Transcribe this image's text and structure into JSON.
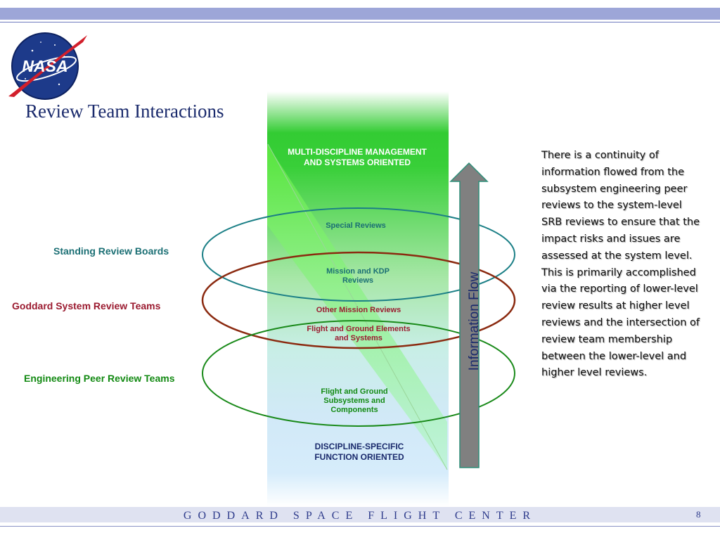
{
  "slide": {
    "title": "Review Team Interactions",
    "footer": "GODDARD SPACE FLIGHT CENTER",
    "page_number": "8",
    "logo_text": "NASA"
  },
  "diagram": {
    "top_label": "MULTI-DISCIPLINE MANAGEMENT AND SYSTEMS ORIENTED",
    "bottom_label": "DISCIPLINE-SPECIFIC FUNCTION ORIENTED",
    "arrow_label": "Information Flow",
    "items": {
      "special_reviews": "Special Reviews",
      "mission_kdp": "Mission and KDP Reviews",
      "other_mission": "Other Mission Reviews",
      "flight_ground_elements": "Flight and Ground Elements and Systems",
      "flight_ground_subsystems": "Flight and Ground Subsystems and Components"
    },
    "rows": [
      {
        "label": "Standing Review Boards",
        "color": "#1b6f74"
      },
      {
        "label": "Goddard System Review Teams",
        "color": "#9b1b30"
      },
      {
        "label": "Engineering Peer Review Teams",
        "color": "#138a13"
      }
    ]
  },
  "side_text": "There is a continuity of information flowed from the subsystem engineering peer reviews to the system-level SRB reviews to ensure that the impact risks and issues are assessed at the system level.  This is primarily accomplished via the reporting of  lower-level review results at higher level reviews and the intersection of review team membership between the lower-level and higher level reviews.",
  "colors": {
    "header_band": "#9da6d8",
    "footer_text": "#2f3c8c",
    "green_top": "#33cc33",
    "blue_bottom": "#d6ecfb",
    "arrow": "#808080"
  }
}
